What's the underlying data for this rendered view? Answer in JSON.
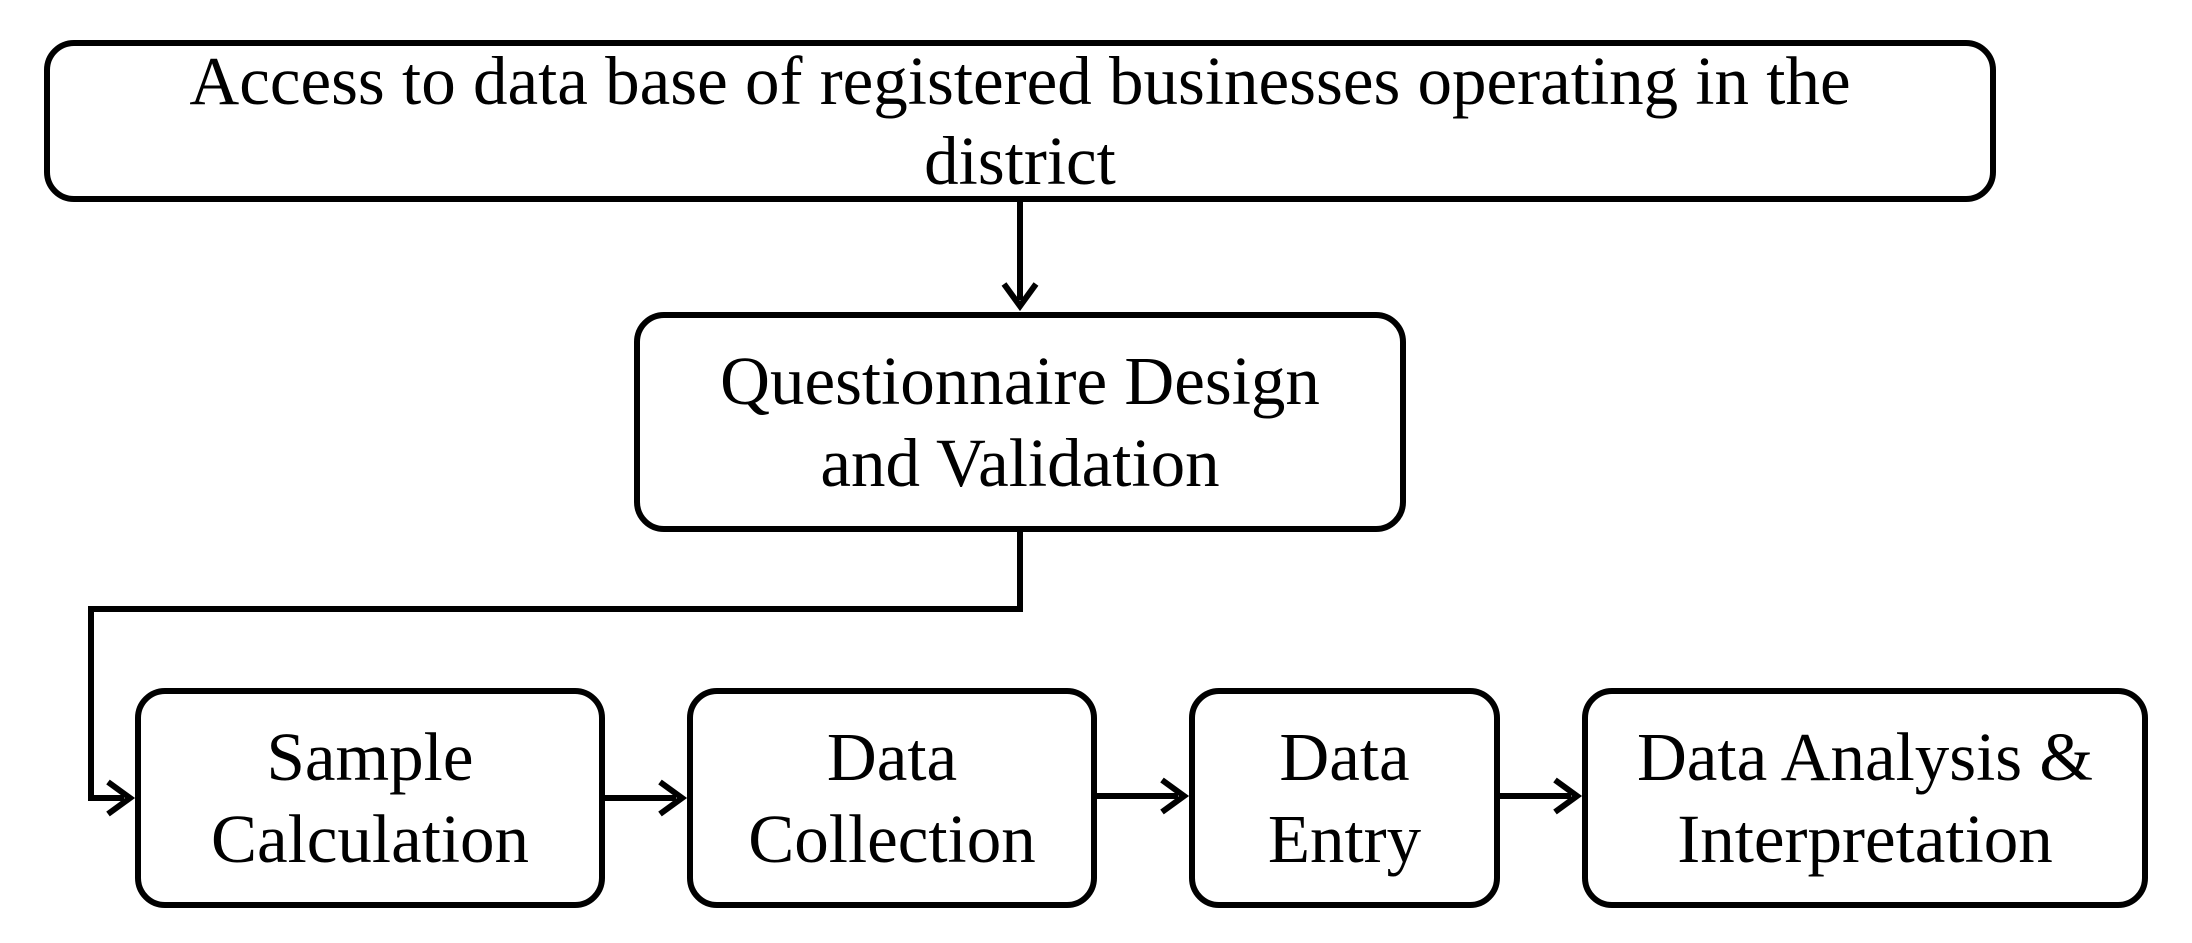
{
  "diagram": {
    "steps": {
      "access": "Access to data base of registered businesses operating in the\ndistrict",
      "questionnaire": "Questionnaire Design\nand Validation",
      "sample": "Sample\nCalculation",
      "collection": "Data\nCollection",
      "entry": "Data\nEntry",
      "analysis": "Data Analysis &\nInterpretation"
    },
    "colors": {
      "stroke": "#000000",
      "fill": "#ffffff",
      "text": "#000000"
    }
  }
}
